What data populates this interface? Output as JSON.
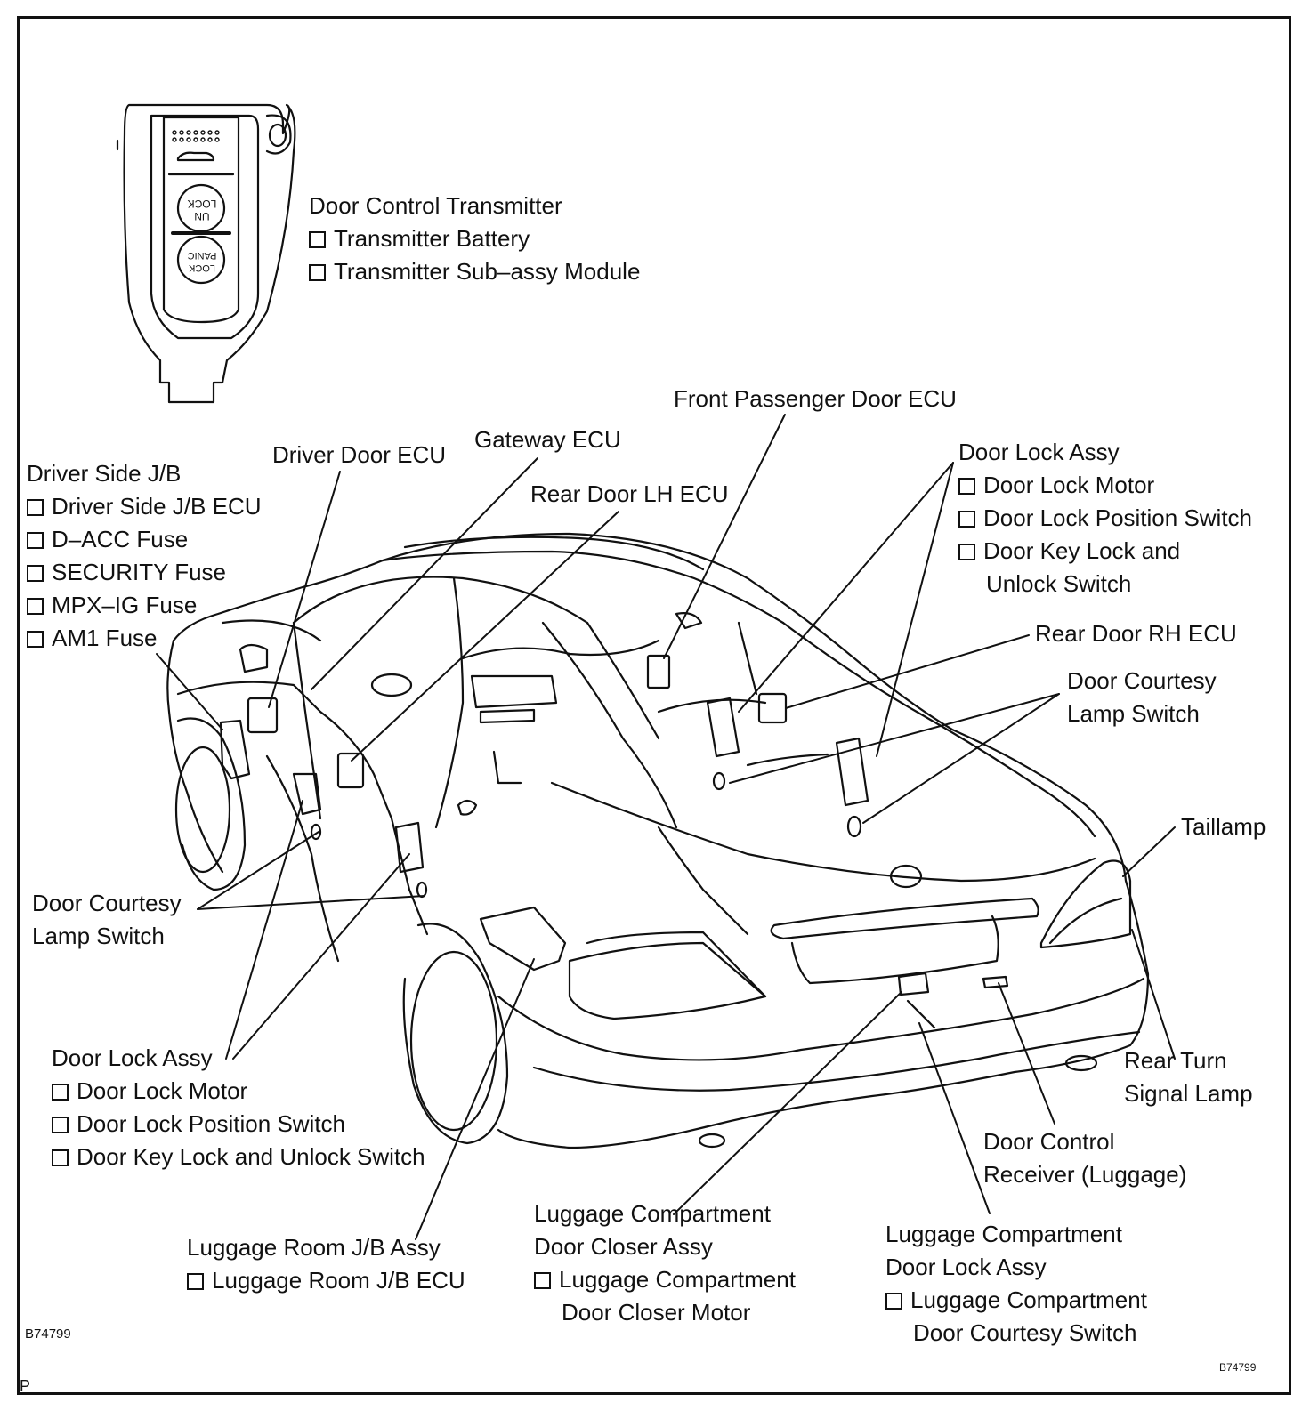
{
  "transmitter": {
    "title": "Door Control Transmitter",
    "items": [
      "Transmitter Battery",
      "Transmitter Sub–assy Module"
    ],
    "button_unlock": [
      "UN",
      "LOCK"
    ],
    "button_panic": [
      "LOCK",
      "PANIC"
    ]
  },
  "labels": {
    "driver_jb": {
      "title": "Driver Side J/B",
      "items": [
        "Driver Side J/B ECU",
        "D–ACC Fuse",
        "SECURITY Fuse",
        "MPX–IG Fuse",
        "AM1 Fuse"
      ]
    },
    "driver_door_ecu": "Driver Door ECU",
    "gateway_ecu": "Gateway ECU",
    "rear_door_lh_ecu": "Rear Door LH ECU",
    "front_passenger_door_ecu": "Front Passenger Door ECU",
    "door_lock_assy_right": {
      "title": "Door Lock Assy",
      "items": [
        "Door Lock Motor",
        "Door Lock Position Switch",
        "Door Key Lock and"
      ],
      "continuation": "Unlock Switch"
    },
    "rear_door_rh_ecu": "Rear Door RH ECU",
    "door_courtesy_right": [
      "Door Courtesy",
      "Lamp Switch"
    ],
    "taillamp": "Taillamp",
    "door_courtesy_left": [
      "Door Courtesy",
      "Lamp Switch"
    ],
    "door_lock_assy_left": {
      "title": "Door Lock Assy",
      "items": [
        "Door Lock Motor",
        "Door Lock Position Switch",
        "Door Key Lock and Unlock Switch"
      ]
    },
    "rear_turn_signal": [
      "Rear Turn",
      "Signal Lamp"
    ],
    "door_control_receiver": [
      "Door Control",
      "Receiver (Luggage)"
    ],
    "luggage_closer": {
      "title_lines": [
        "Luggage Compartment",
        "Door Closer Assy"
      ],
      "item": "Luggage Compartment",
      "item_continuation": "Door Closer Motor"
    },
    "luggage_jb": {
      "title": "Luggage Room J/B Assy",
      "item": "Luggage Room J/B ECU"
    },
    "luggage_lock": {
      "title_lines": [
        "Luggage Compartment",
        "Door Lock Assy"
      ],
      "item": "Luggage Compartment",
      "item_continuation": "Door Courtesy Switch"
    }
  },
  "footer": {
    "figure_code": "B74799",
    "page_mark": "P",
    "corner_code": "B74799"
  }
}
